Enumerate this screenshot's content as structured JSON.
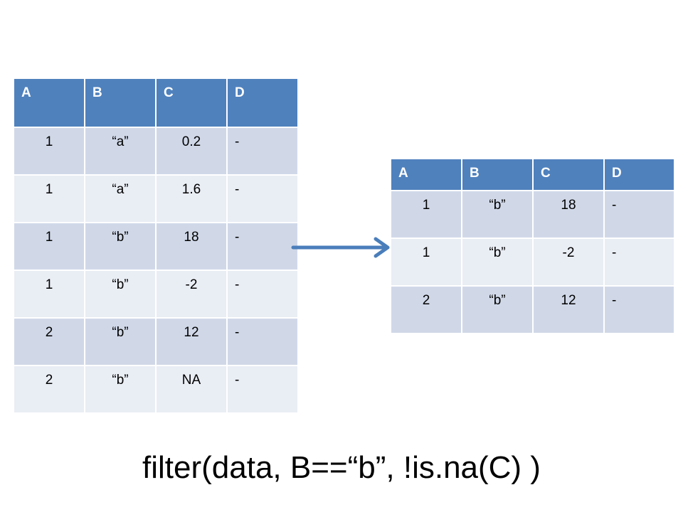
{
  "input_table": {
    "headers": [
      "A",
      "B",
      "C",
      "D"
    ],
    "rows": [
      [
        "1",
        "“a”",
        "0.2",
        "-"
      ],
      [
        "1",
        "“a”",
        "1.6",
        "-"
      ],
      [
        "1",
        "“b”",
        "18",
        "-"
      ],
      [
        "1",
        "“b”",
        "-2",
        "-"
      ],
      [
        "2",
        "“b”",
        "12",
        "-"
      ],
      [
        "2",
        "“b”",
        "NA",
        "-"
      ]
    ]
  },
  "output_table": {
    "headers": [
      "A",
      "B",
      "C",
      "D"
    ],
    "rows": [
      [
        "1",
        "“b”",
        "18",
        "-"
      ],
      [
        "1",
        "“b”",
        "-2",
        "-"
      ],
      [
        "2",
        "“b”",
        "12",
        "-"
      ]
    ]
  },
  "formula": "filter(data, B==“b”, !is.na(C) )",
  "colors": {
    "header": "#4f81bd",
    "row_dark": "#d0d8e8",
    "row_light": "#e9edf4",
    "arrow": "#4a7ebb"
  }
}
